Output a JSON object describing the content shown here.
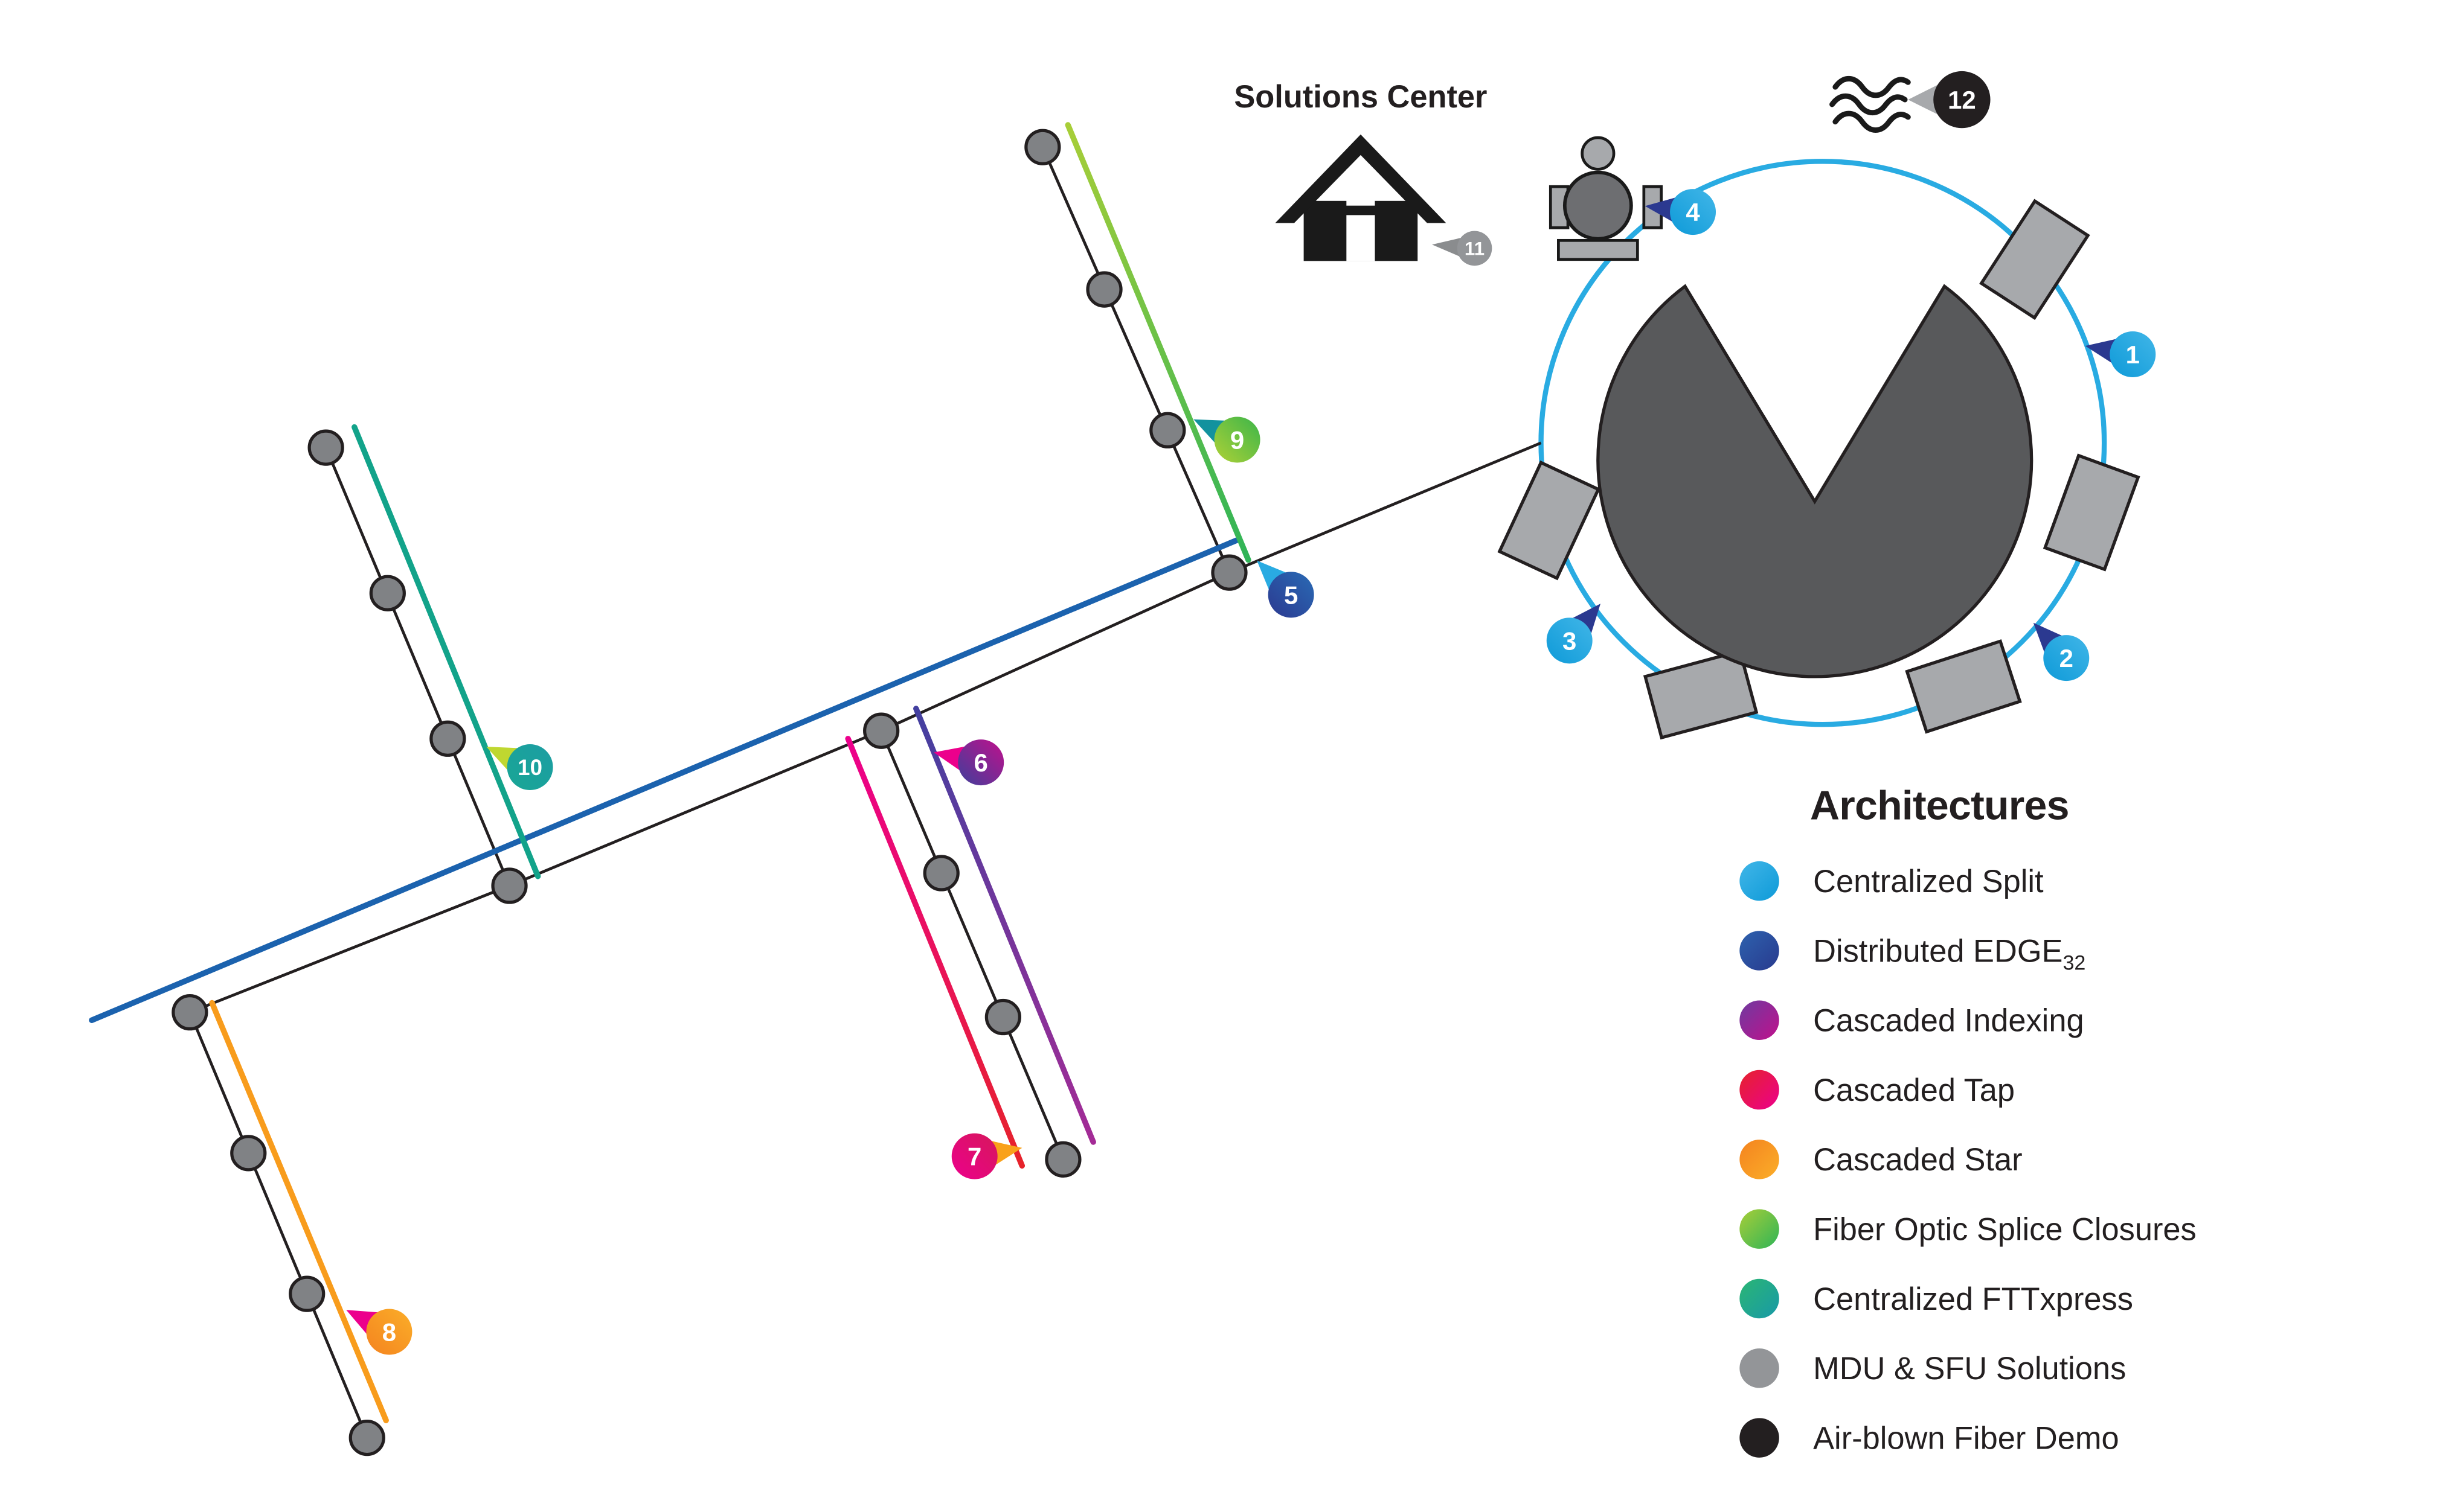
{
  "solutions_center": {
    "label": "Solutions Center"
  },
  "legend": {
    "title": "Architectures",
    "items": [
      {
        "label": "Centralized Split",
        "c1": "#41B6E8",
        "c2": "#0E9AD8",
        "line": "#29ABE2"
      },
      {
        "label": "Distributed EDGE",
        "subscript": "32",
        "c1": "#2E62AE",
        "c2": "#283A8E",
        "line": "#1B62AE"
      },
      {
        "label": "Cascaded Indexing",
        "c1": "#6E3BA0",
        "c2": "#C0108C",
        "line_gradient": [
          "#4340A0",
          "#A42B96"
        ]
      },
      {
        "label": "Cascaded Tap",
        "c1": "#E6232B",
        "c2": "#EC008C",
        "line_gradient": [
          "#EC008C",
          "#E6232B"
        ]
      },
      {
        "label": "Cascaded Star",
        "c1": "#F4831F",
        "c2": "#FBAE29",
        "line": "#F89C1C"
      },
      {
        "label": "Fiber Optic Splice Closures",
        "c1": "#A8CE38",
        "c2": "#2FB457",
        "line_gradient": [
          "#A8CE38",
          "#2FB457"
        ]
      },
      {
        "label": "Centralized FTTxpress",
        "c1": "#2BB673",
        "c2": "#1899A8",
        "line": "#12A38A"
      },
      {
        "label": "MDU & SFU Solutions",
        "c1": "#939598",
        "c2": "#939598"
      },
      {
        "label": "Air-blown Fiber Demo",
        "c1": "#231F20",
        "c2": "#231F20"
      }
    ]
  },
  "markers": [
    {
      "number": "1",
      "c1": "#0E9AD8",
      "c2": "#41B6E8",
      "tail": "#2B3990"
    },
    {
      "number": "2",
      "c1": "#0E9AD8",
      "c2": "#41B6E8",
      "tail": "#2B3990"
    },
    {
      "number": "3",
      "c1": "#0E9AD8",
      "c2": "#41B6E8",
      "tail": "#2B3990"
    },
    {
      "number": "4",
      "c1": "#0E9AD8",
      "c2": "#41B6E8",
      "tail": "#2B3990"
    },
    {
      "number": "5",
      "c1": "#2B3990",
      "c2": "#2A6BB5",
      "tail": "#29ABE2"
    },
    {
      "number": "6",
      "c1": "#3F3F9B",
      "c2": "#C0108C",
      "tail": "#EC008C"
    },
    {
      "number": "7",
      "c1": "#EC008C",
      "c2": "#D6185B",
      "tail": "#F9A11B"
    },
    {
      "number": "8",
      "c1": "#F4831F",
      "c2": "#FBAE29",
      "tail": "#EC008C"
    },
    {
      "number": "9",
      "c1": "#AFD136",
      "c2": "#3BB54A",
      "tail": "#12929E"
    },
    {
      "number": "10",
      "c1": "#19A695",
      "c2": "#1C9DA3",
      "tail": "#BFD730"
    },
    {
      "number": "11",
      "c1": "#939598",
      "c2": "#939598",
      "tail": "#8A8C8E"
    },
    {
      "number": "12",
      "c1": "#231F20",
      "c2": "#231F20",
      "tail": "#A7A9AC"
    }
  ],
  "map": {
    "ring_color": "#29ABE2",
    "node_fill": "#808285",
    "outline": "#231F20",
    "building_fill": "#A7A9AC",
    "hub_fill": "#58595B",
    "pump_dark": "#6D6E71",
    "pump_light": "#A7A9AC",
    "icon_black": "#1A1A1A"
  }
}
